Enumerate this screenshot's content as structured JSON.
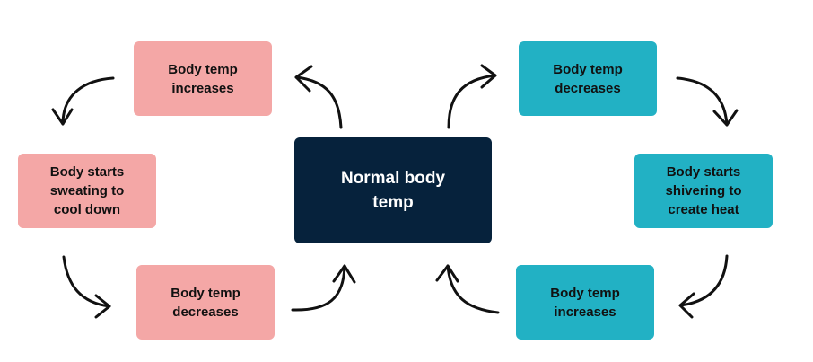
{
  "diagram": {
    "center": "Normal body\ntemp",
    "left_cycle": {
      "top": "Body temp\nincreases",
      "middle": "Body starts\nsweating to\ncool down",
      "bottom": "Body temp\ndecreases"
    },
    "right_cycle": {
      "top": "Body temp\ndecreases",
      "middle": "Body starts\nshivering to\ncreate heat",
      "bottom": "Body temp\nincreases"
    }
  },
  "colors": {
    "pink": "#f4a7a6",
    "teal": "#22b1c4",
    "navy": "#06223c",
    "arrow": "#111111"
  }
}
